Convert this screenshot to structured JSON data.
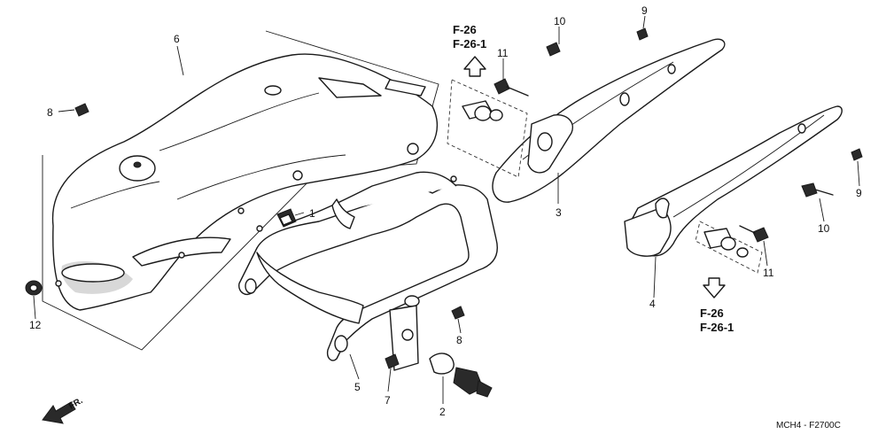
{
  "callouts": {
    "p1": "1",
    "p2": "2",
    "p3": "3",
    "p4": "4",
    "p5": "5",
    "p6": "6",
    "p7": "7",
    "p8a": "8",
    "p8b": "8",
    "p9a": "9",
    "p9b": "9",
    "p10a": "10",
    "p10b": "10",
    "p11a": "11",
    "p11b": "11",
    "p12": "12"
  },
  "references": {
    "upper": {
      "line1": "F-26",
      "line2": "F-26-1"
    },
    "lower": {
      "line1": "F-26",
      "line2": "F-26-1"
    }
  },
  "direction_label": "FR.",
  "diagram_code": "MCH4 - F2700C"
}
